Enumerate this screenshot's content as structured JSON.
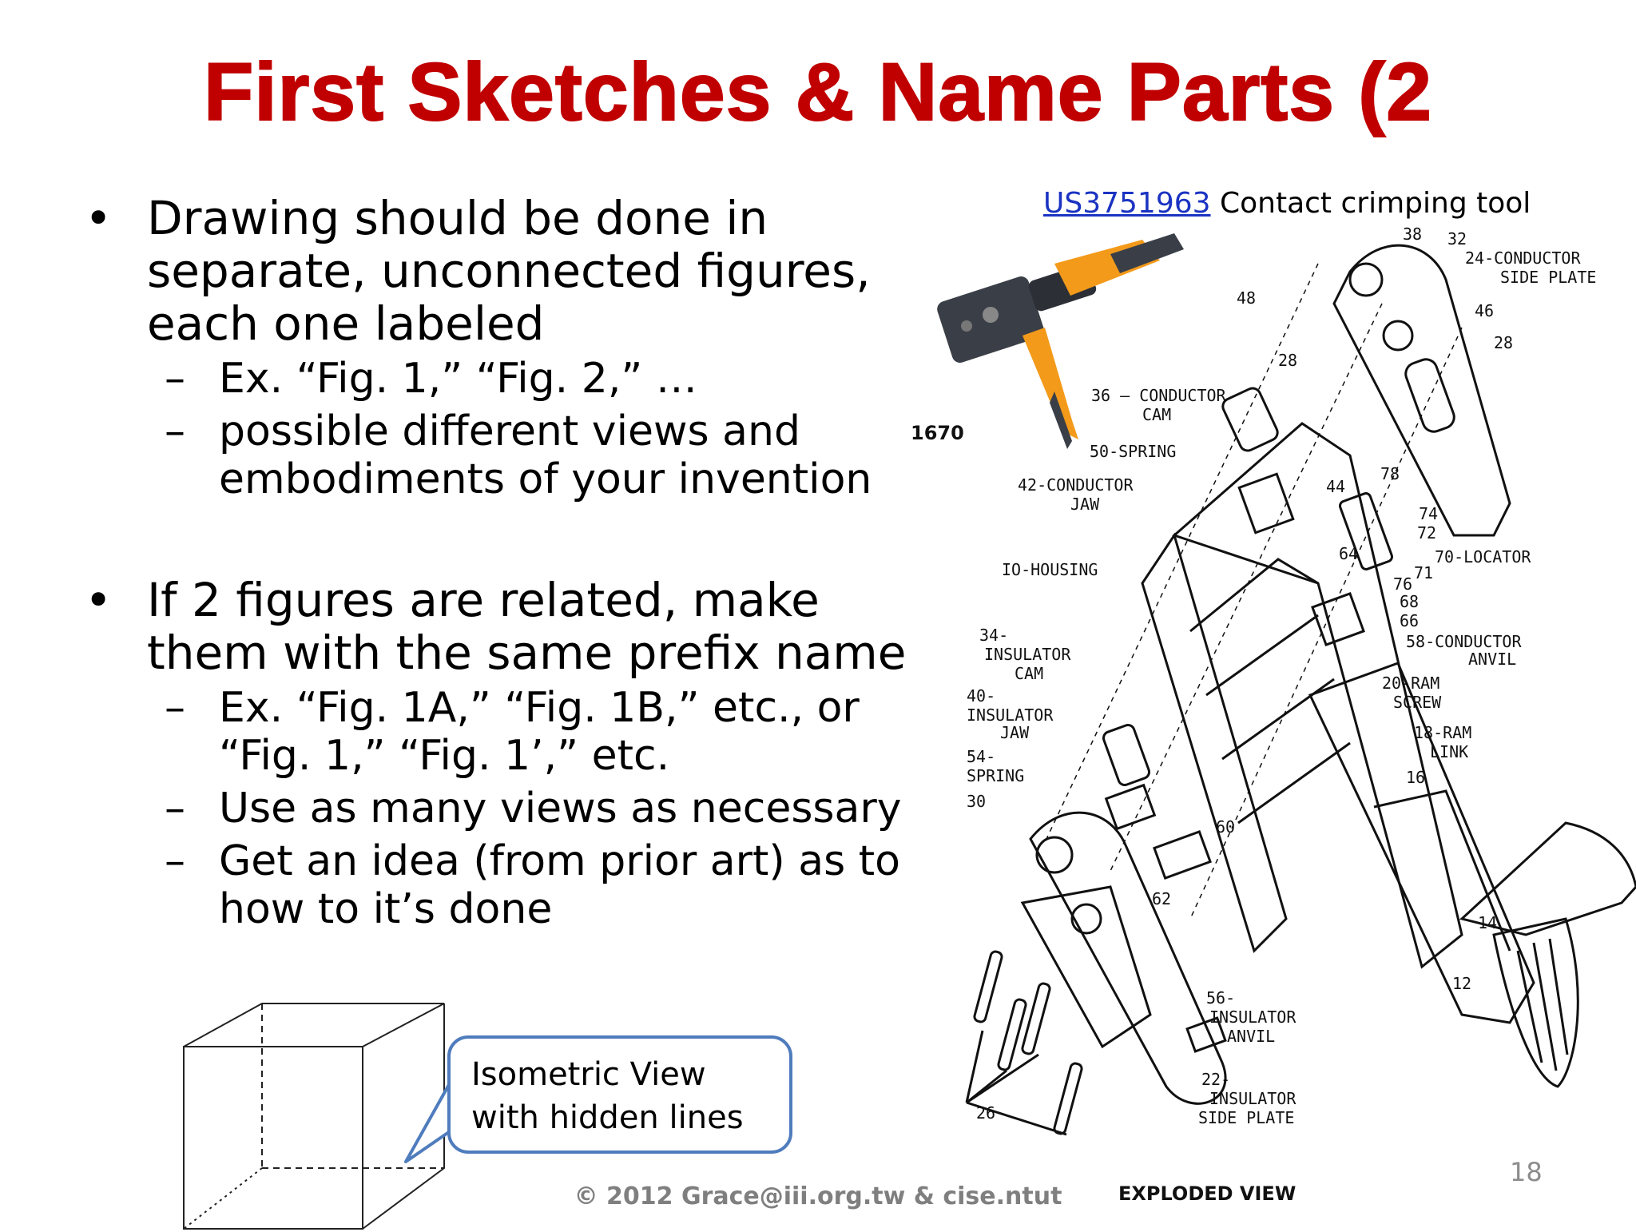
{
  "slide": {
    "title": "First Sketches & Name Parts (2",
    "bullets": [
      {
        "text": "Drawing should be done in separate, unconnected figures, each one labeled",
        "sub": [
          "Ex. “Fig. 1,” “Fig. 2,” …",
          "possible different views and embodiments of your invention"
        ]
      },
      {
        "text": "If 2 figures are related, make them with the same prefix name",
        "sub": [
          "Ex. “Fig. 1A,” “Fig. 1B,” etc., or “Fig. 1,” “Fig. 1’,” etc.",
          "Use as many views as necessary",
          "Get an idea (from prior art) as to how to it’s done"
        ]
      }
    ],
    "bullet_symbol": "•",
    "dash_symbol": "–",
    "caption": {
      "link_text": "US3751963",
      "rest_text": "Contact crimping tool"
    },
    "callout": "Isometric View with hidden lines",
    "footer": "© 2012 Grace@iii.org.tw & cise.ntut",
    "page_number": "18"
  },
  "drawing": {
    "product_code": "1670",
    "caption": "EXPLODED VIEW",
    "labels": {
      "l38": "38",
      "l32": "32",
      "l24": "24-CONDUCTOR",
      "l24b": "SIDE PLATE",
      "l48": "48",
      "l46": "46",
      "l28a": "28",
      "l28b": "28",
      "l36": "36 — CONDUCTOR",
      "l36b": "CAM",
      "l50": "50-SPRING",
      "l42": "42-CONDUCTOR",
      "l42b": "JAW",
      "l44": "44",
      "l78": "78",
      "l74": "74",
      "l72": "72",
      "l70": "70-LOCATOR",
      "l64": "64",
      "l71": "71",
      "l76": "76",
      "l68": "68",
      "l66": "66",
      "l10": "IO-HOUSING",
      "l58": "58-CONDUCTOR",
      "l58b": "ANVIL",
      "l34": "34-",
      "l34b": "INSULATOR",
      "l34c": "CAM",
      "l20": "20-RAM",
      "l20b": "SCREW",
      "l40": "40-",
      "l40b": "INSULATOR",
      "l40c": "JAW",
      "l18": "18-RAM",
      "l18b": "LINK",
      "l54": "54-",
      "l54b": "SPRING",
      "l16": "16",
      "l30": "30",
      "l60": "60",
      "l62": "62",
      "l14": "14",
      "l12": "12",
      "l56": "56-",
      "l56b": "INSULATOR",
      "l56c": "ANVIL",
      "l22": "22-",
      "l22b": "INSULATOR",
      "l22c": "SIDE PLATE",
      "l26": "26"
    }
  },
  "colors": {
    "title": "#c00000",
    "link": "#1a33c2",
    "callout_border": "#4f7cbd",
    "footer": "#7f7f7f"
  }
}
